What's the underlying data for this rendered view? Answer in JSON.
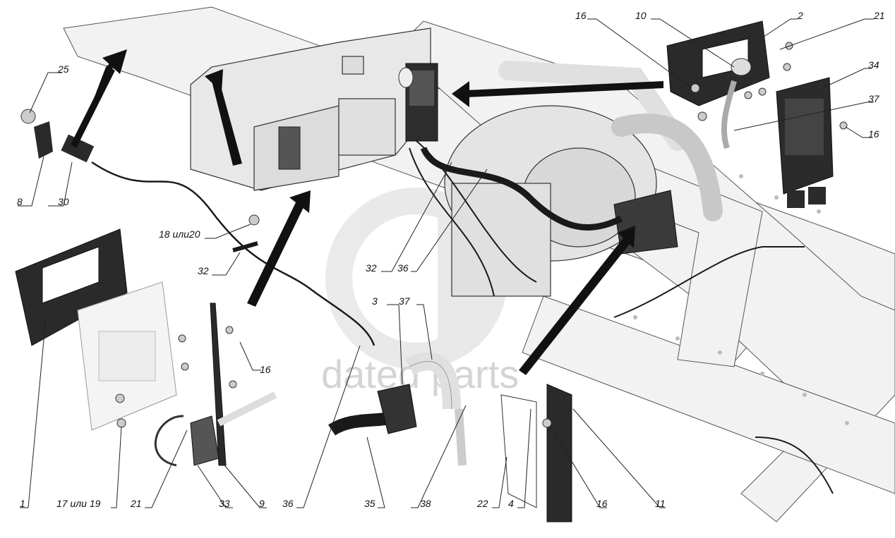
{
  "watermark": {
    "text": "dated parts"
  },
  "callouts": {
    "c25": "25",
    "c8": "8",
    "c30": "30",
    "c18_20": "18 или20",
    "c32a": "32",
    "c1": "1",
    "c17_19": "17 или 19",
    "c21a": "21",
    "c33": "33",
    "c9": "9",
    "c16a": "16",
    "c36a": "36",
    "c32b": "32",
    "c36b": "36",
    "c3": "3",
    "c37a": "37",
    "c35": "35",
    "c38": "38",
    "c22": "22",
    "c4": "4",
    "c16b": "16",
    "c11": "11",
    "c16c": "16",
    "c10": "10",
    "c2": "2",
    "c21b": "21",
    "c34": "34",
    "c37b": "37",
    "c16d": "16"
  },
  "colors": {
    "frame": "#f2f2f2",
    "outline": "#333333",
    "bracket": "#2a2a2a",
    "cable": "#1a1a1a",
    "arrow": "#111111",
    "watermark": "#d4d4d4"
  },
  "icons": {
    "logo": "gaz-logo-watermark"
  }
}
